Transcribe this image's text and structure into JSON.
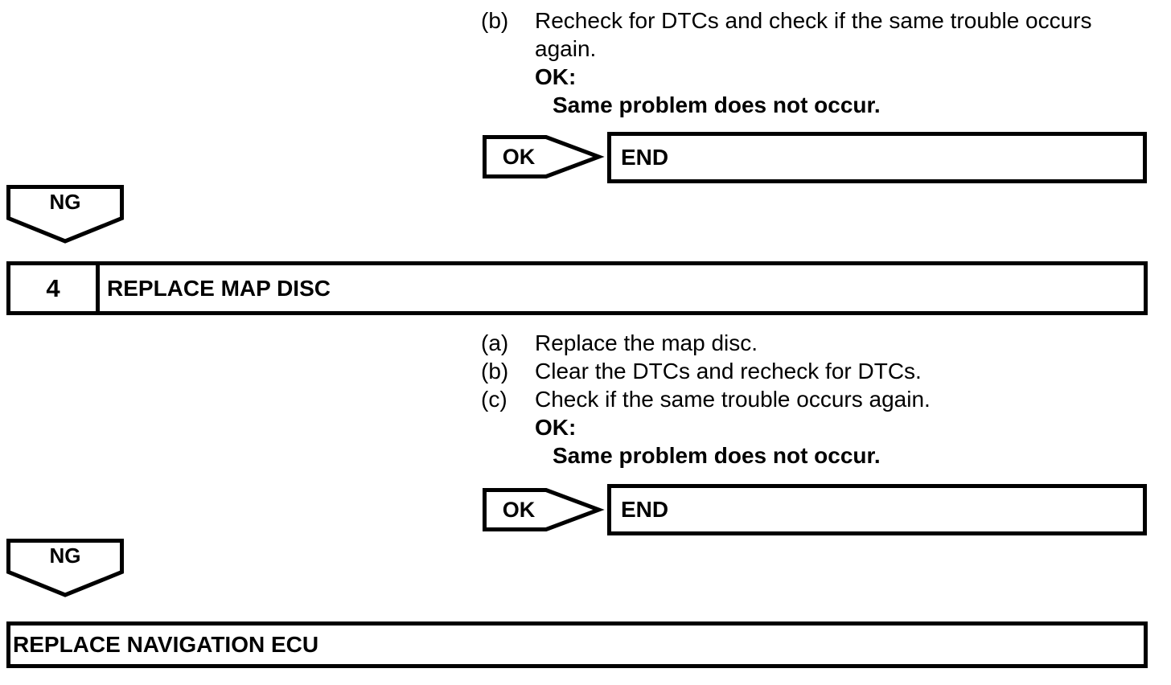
{
  "colors": {
    "ink": "#000000",
    "paper": "#ffffff"
  },
  "prior_step_result": {
    "substeps": [
      {
        "label": "(b)",
        "text": "Recheck for DTCs and check if the same trouble occurs again."
      }
    ],
    "ok_heading": "OK:",
    "ok_condition": "Same problem does not occur.",
    "ok_connector_label": "OK",
    "end_box_label": "END",
    "ng_connector_label": "NG"
  },
  "step_4": {
    "number": "4",
    "title": "REPLACE MAP DISC",
    "substeps": [
      {
        "label": "(a)",
        "text": "Replace the map disc."
      },
      {
        "label": "(b)",
        "text": "Clear the DTCs and recheck for DTCs."
      },
      {
        "label": "(c)",
        "text": "Check if the same trouble occurs again."
      }
    ],
    "ok_heading": "OK:",
    "ok_condition": "Same problem does not occur.",
    "ok_connector_label": "OK",
    "end_box_label": "END",
    "ng_connector_label": "NG"
  },
  "final_action": {
    "title": "REPLACE NAVIGATION ECU"
  }
}
